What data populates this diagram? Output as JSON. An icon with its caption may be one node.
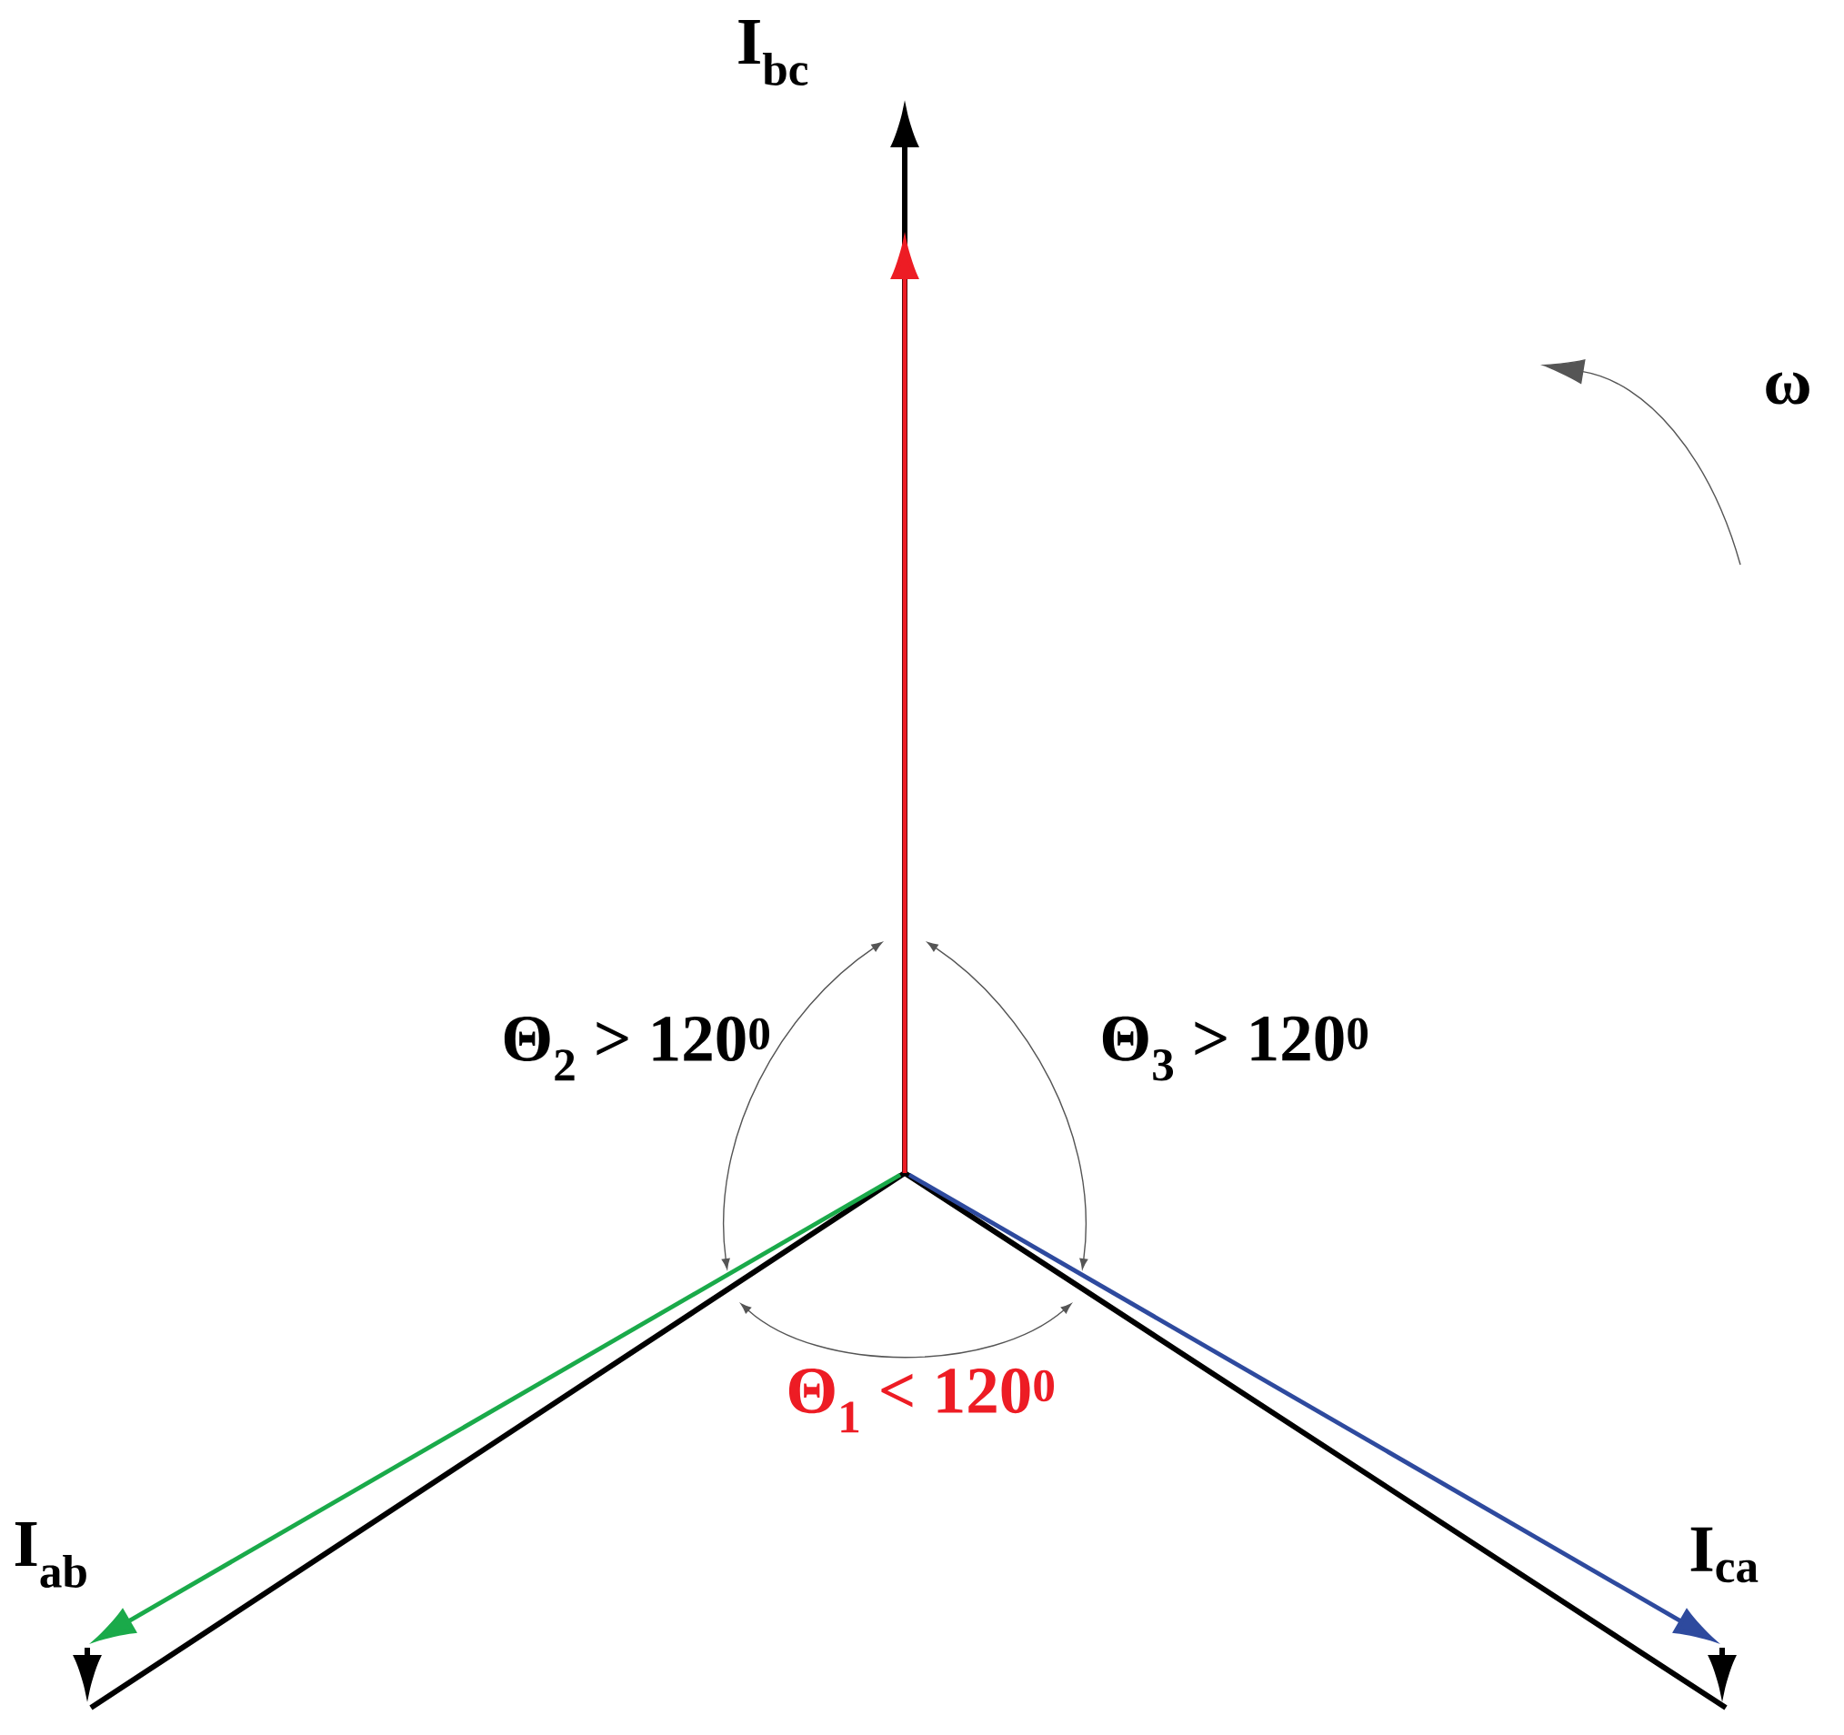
{
  "diagram": {
    "labels": [
      "I$_{bc}$",
      "ω",
      "Θ$_{2}$ > 120$^{0}$",
      "Θ$_{3}$ > 120$^{0}$",
      "I$_{ab}$",
      "I$_{ca}$",
      "Θ$_{1}$ < 120$^{0}$"
    ]
  }
}
